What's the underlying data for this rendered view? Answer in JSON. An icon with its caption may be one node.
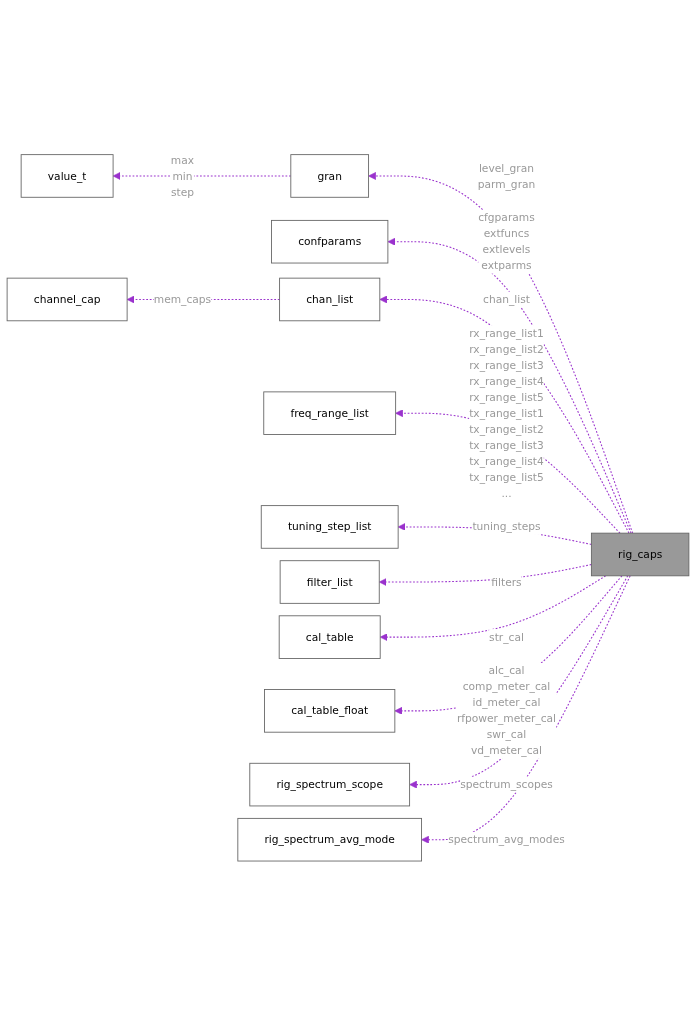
{
  "diagram": {
    "nodes": [
      {
        "text": [
          "value_t"
        ]
      },
      {
        "text": [
          "gran"
        ]
      },
      {
        "text": [
          "confparams"
        ]
      },
      {
        "text": [
          "channel_cap"
        ]
      },
      {
        "text": [
          "chan_list"
        ]
      },
      {
        "text": [
          "freq_range_list"
        ]
      },
      {
        "text": [
          "tuning_step_list"
        ]
      },
      {
        "text": [
          "rig_caps"
        ]
      },
      {
        "text": [
          "filter_list"
        ]
      },
      {
        "text": [
          "cal_table"
        ]
      },
      {
        "text": [
          "cal_table_float"
        ]
      },
      {
        "text": [
          "rig_spectrum_scope"
        ]
      },
      {
        "text": [
          "rig_spectrum_avg_mode"
        ]
      }
    ],
    "edges": [
      {
        "from": 7,
        "to": 1,
        "arrow": "to",
        "style": "dashed",
        "label": "level_gran parm_gran"
      },
      {
        "from": 1,
        "to": 0,
        "arrow": "to",
        "style": "dashed",
        "label": "max min step"
      },
      {
        "from": 7,
        "to": 2,
        "arrow": "to",
        "style": "dashed",
        "label": "cfgparams extfuncs extlevels extparms"
      },
      {
        "from": 7,
        "to": 4,
        "arrow": "to",
        "style": "dashed",
        "label": "chan_list"
      },
      {
        "from": 4,
        "to": 3,
        "arrow": "to",
        "style": "dashed",
        "label": "mem_caps"
      },
      {
        "from": 7,
        "to": 5,
        "arrow": "to",
        "style": "dashed",
        "label": "rx_range_list1 rx_range_list2 rx_range_list3 rx_range_list4 rx_range_list5 tx_range_list1 tx_range_list2 tx_range_list3 tx_range_list4 tx_range_list5 ..."
      },
      {
        "from": 7,
        "to": 6,
        "arrow": "to",
        "style": "dashed",
        "label": "tuning_steps"
      },
      {
        "from": 7,
        "to": 8,
        "arrow": "to",
        "style": "dashed",
        "label": "filters"
      },
      {
        "from": 7,
        "to": 9,
        "arrow": "to",
        "style": "dashed",
        "label": "str_cal"
      },
      {
        "from": 7,
        "to": 10,
        "arrow": "to",
        "style": "dashed",
        "label": "alc_cal comp_meter_cal id_meter_cal rfpower_meter_cal swr_cal vd_meter_cal"
      },
      {
        "from": 7,
        "to": 11,
        "arrow": "to",
        "style": "dashed",
        "label": "spectrum_scopes"
      },
      {
        "from": 7,
        "to": 12,
        "arrow": "to",
        "style": "dashed",
        "label": "spectrum_avg_modes"
      }
    ]
  }
}
